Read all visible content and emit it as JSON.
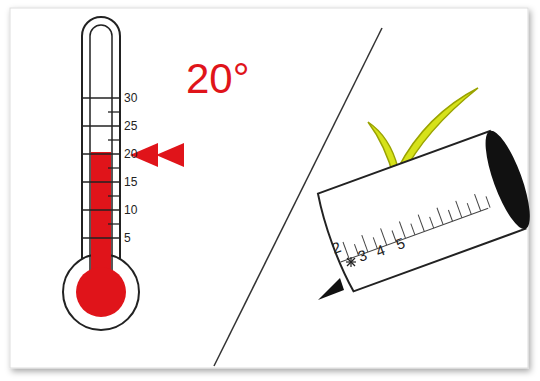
{
  "diagram": {
    "labels": [
      "30",
      "25",
      "20",
      "15",
      "10",
      "5",
      "20°",
      "2",
      "3",
      "4",
      "5"
    ]
  }
}
